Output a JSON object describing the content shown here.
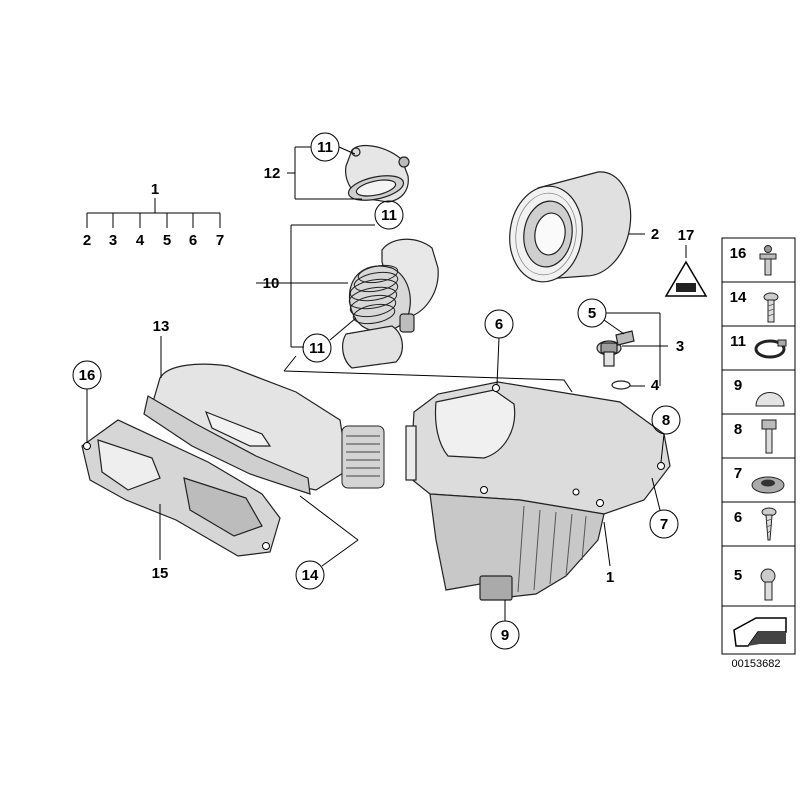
{
  "catalog_number": "00153682",
  "top_group": {
    "parent": "1",
    "children": [
      "2",
      "3",
      "4",
      "5",
      "6",
      "7"
    ]
  },
  "callouts": {
    "filter_element": "2",
    "sensor_main": "3",
    "sensor_seal": "4",
    "sensor_screw": "5",
    "lid_screw_top": "6",
    "box_tab": "7",
    "box_bolt": "8",
    "box_damper_bottom": "9",
    "hose_assembly": "10",
    "clamp_top": "11",
    "clamp_mid": "11",
    "clamp_bottom": "11",
    "intake_boot": "12",
    "duct_top": "13",
    "duct_screws": "14",
    "scoop": "15",
    "scoop_bolt": "16",
    "warning": "17",
    "housing": "1"
  },
  "hardware_strip": [
    "16",
    "14",
    "11",
    "9",
    "8",
    "7",
    "6",
    "5"
  ]
}
